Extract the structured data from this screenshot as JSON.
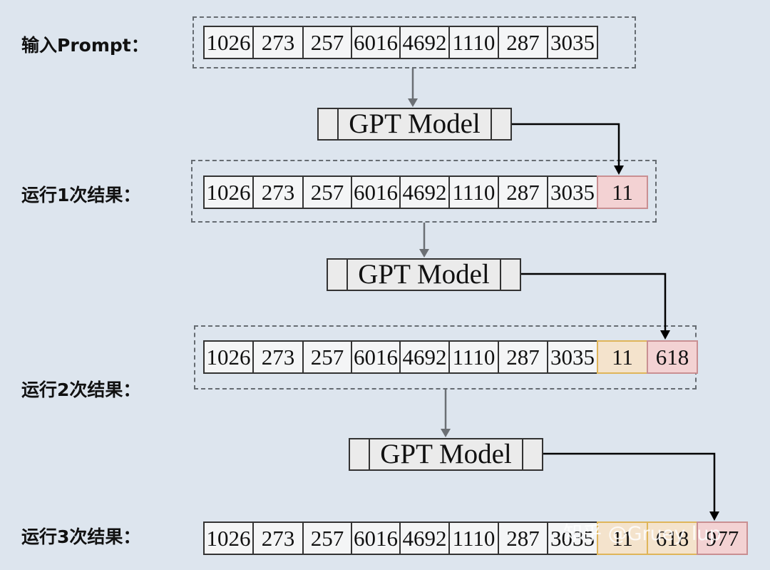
{
  "labels": {
    "prompt": "输入Prompt：",
    "run1": "运行1次结果：",
    "run2": "运行2次结果：",
    "run3": "运行3次结果："
  },
  "prompt_tokens": [
    "1026",
    "273",
    "257",
    "6016",
    "4692",
    "1110",
    "287",
    "3035"
  ],
  "generated_tokens": [
    "11",
    "618",
    "977"
  ],
  "model_label": "GPT Model",
  "watermark": "知乎 @Gruey lup",
  "colors": {
    "background": "#dde5ee",
    "token_fill": "#f4f5f6",
    "new_token_fill": "#f3d2d3",
    "new_token_border": "#c98f92",
    "prev_token_fill": "#f4e3cc",
    "prev_token_border": "#dfb55a",
    "dash_border": "#666c72",
    "gray_arrow": "#6b6f74",
    "black_arrow": "#000000"
  }
}
